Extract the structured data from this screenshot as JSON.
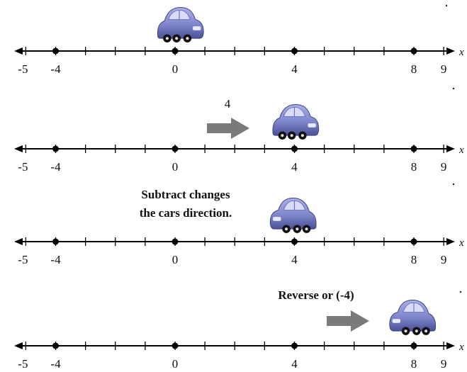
{
  "diagram": {
    "axis_variable": "x",
    "tick_min": -5,
    "tick_max": 9,
    "tick_labels": [
      "-5",
      "-4",
      "0",
      "4",
      "8",
      "9"
    ],
    "tick_label_values": [
      -5,
      -4,
      0,
      4,
      8,
      9
    ],
    "dot_values": [
      -4,
      0,
      4,
      8
    ],
    "panels": [
      {
        "car_at": 0,
        "car_facing": "right",
        "arrow": false,
        "caption": ""
      },
      {
        "car_at": 4,
        "car_facing": "right",
        "arrow": true,
        "arrow_label": "4",
        "caption": ""
      },
      {
        "car_at": 4,
        "car_facing": "left",
        "arrow": false,
        "caption_lines": [
          "Subtract changes",
          "the cars direction."
        ]
      },
      {
        "car_at": 8,
        "car_facing": "left",
        "arrow": true,
        "arrow_label": "Reverse or (-4)"
      }
    ],
    "colors": {
      "car_body": "#7f86cc",
      "car_window": "#cfd3f1",
      "arrow": "#7a7a7a",
      "line": "#000000"
    }
  }
}
